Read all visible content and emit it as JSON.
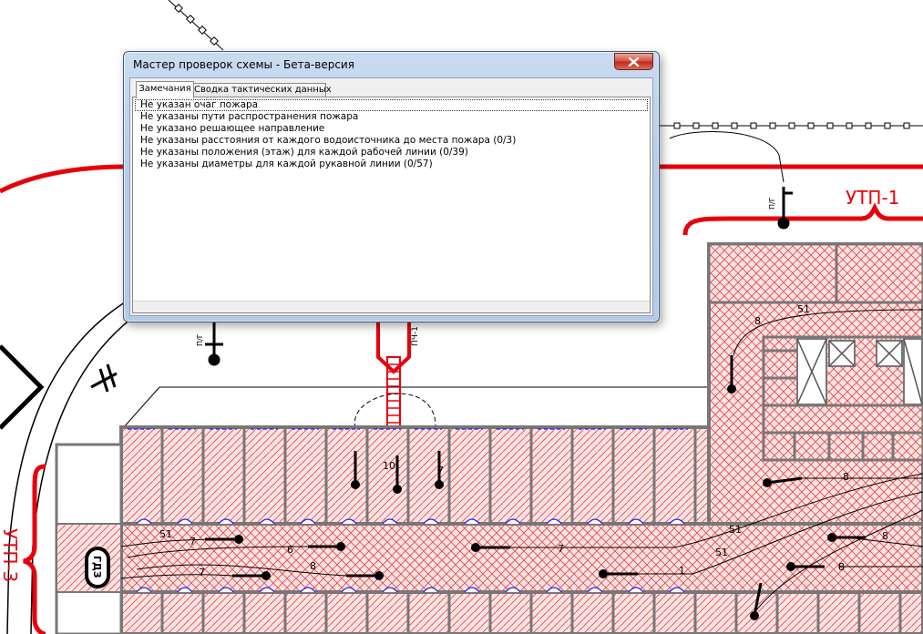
{
  "dialog": {
    "title": "Мастер проверок схемы - Бета-версия",
    "close_icon": "close-icon",
    "tabs": [
      {
        "label": "Замечания",
        "active": true
      },
      {
        "label": "Сводка тактических данных",
        "active": false
      }
    ],
    "items": [
      "Не указан очаг пожара",
      "Не указаны пути распространения пожара",
      "Не указано решающее направление",
      "Не указаны расстояния от каждого водоисточника до места пожара (0/3)",
      "Не указаны положения (этаж) для каждой рабочей линии (0/39)",
      "Не указаны диаметры для каждой рукавной линии (0/57)"
    ]
  },
  "scheme": {
    "utp_label": "УТП-1",
    "utp3_label": "УТП-3",
    "ggz_label": "ГДЗ",
    "pg_label": "П/Г",
    "pch_label": "ПЧ-1",
    "line_labels": [
      "51",
      "51",
      "51",
      "51",
      "7",
      "6",
      "8",
      "7",
      "7",
      "1",
      "8",
      "8",
      "8",
      "8",
      "7",
      "10"
    ],
    "colors": {
      "fire_red": "#e8000b",
      "hatch": "#e23b3b",
      "fill": "#fbe0e0",
      "wall": "#777777",
      "door": "#1a1aff"
    }
  }
}
